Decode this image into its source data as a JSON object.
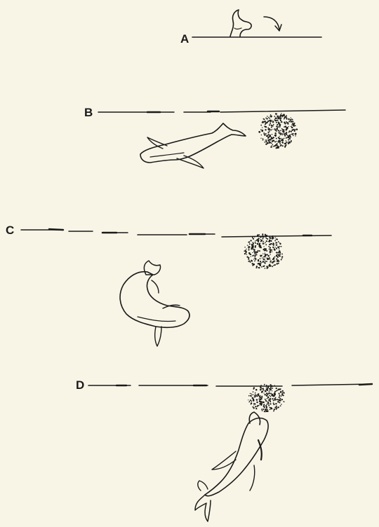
{
  "panels": [
    {
      "id": "A",
      "label": "A"
    },
    {
      "id": "B",
      "label": "B"
    },
    {
      "id": "C",
      "label": "C"
    },
    {
      "id": "D",
      "label": "D"
    }
  ],
  "colors": {
    "background": "#f8f5e6",
    "ink": "#1a1a1a"
  }
}
